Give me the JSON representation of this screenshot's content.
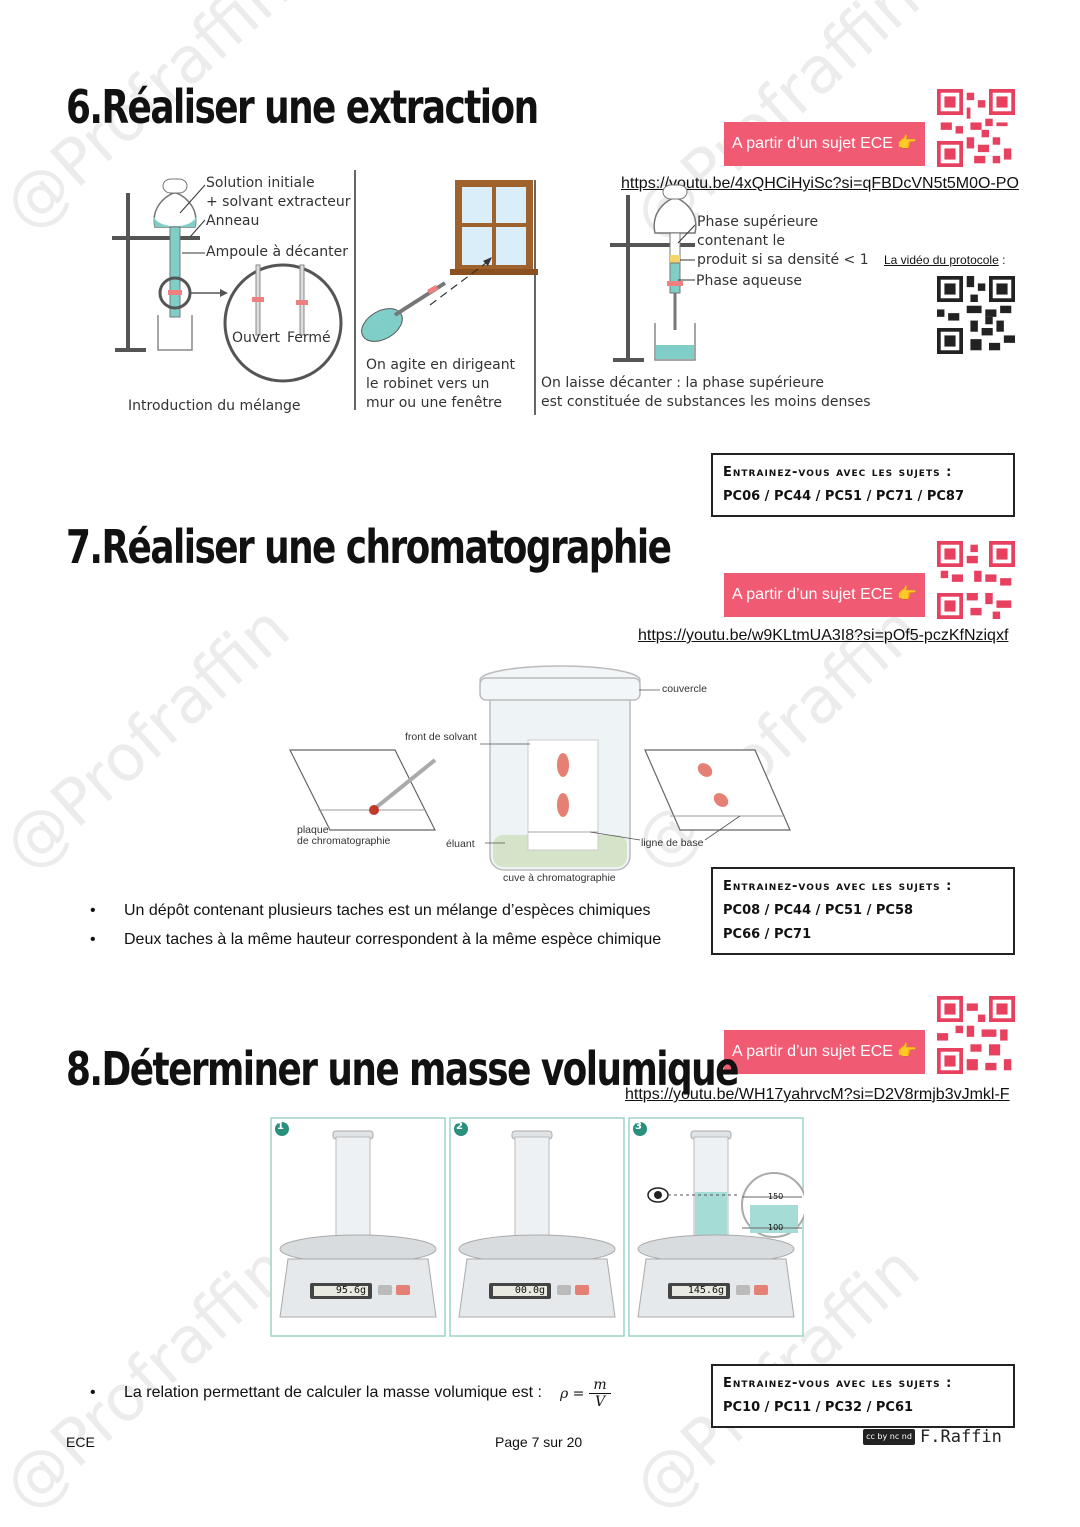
{
  "watermark": "@Profraffin",
  "section6": {
    "title": "6.Réaliser une extraction",
    "ece_button": "A partir d’un sujet ECE 👉",
    "link": "https://youtu.be/4xQHCiHyiSc?si=qFBDcVN5t5M0O-PO",
    "video_label": "La vidéo du protocole",
    "video_colon": " :",
    "fig": {
      "solution": "Solution initiale",
      "solvant": "+ solvant extracteur",
      "anneau": "Anneau",
      "ampoule": "Ampoule à décanter",
      "ouvert": "Ouvert",
      "ferme": "Fermé",
      "intro": "Introduction du mélange",
      "agite1": "On agite en dirigeant",
      "agite2": "le robinet vers un",
      "agite3": "mur ou une fenêtre",
      "phase1": "Phase supérieure",
      "phase2": "contenant le",
      "phase3": "produit si sa densité < 1",
      "aqueuse": "Phase aqueuse",
      "laisse1": "On laisse décanter : la phase supérieure",
      "laisse2": "est constituée de substances les moins denses"
    },
    "box_title": "Entrainez-vous avec les sujets :",
    "box_lines": [
      "PC06 / PC44 / PC51 / PC71 / PC87"
    ]
  },
  "section7": {
    "title": "7.Réaliser une chromatographie",
    "ece_button": "A partir d’un sujet ECE 👉",
    "link": "https://youtu.be/w9KLtmUA3I8?si=pOf5-pczKfNziqxf",
    "fig": {
      "couvercle": "couvercle",
      "front": "front de solvant",
      "plaque1": "plaque",
      "plaque2": "de chromatographie",
      "eluant": "éluant",
      "ligne": "ligne de base",
      "cuve": "cuve à chromatographie"
    },
    "bullets": [
      "Un dépôt contenant plusieurs taches est un mélange d’espèces chimiques",
      "Deux taches à la même hauteur correspondent à la même espèce chimique"
    ],
    "box_title": "Entrainez-vous avec les sujets :",
    "box_lines": [
      "PC08 / PC44 / PC51 / PC58",
      "PC66 / PC71"
    ]
  },
  "section8": {
    "title": "8.Déterminer une masse volumique",
    "ece_button": "A partir d’un sujet ECE 👉",
    "link": "https://youtu.be/WH17yahrvcM?si=D2V8rmjb3vJmkl-F",
    "panels": [
      {
        "num": "1",
        "display": "95.6g"
      },
      {
        "num": "2",
        "display": "00.0g"
      },
      {
        "num": "3",
        "display": "145.6g"
      }
    ],
    "zoom_top": "150",
    "zoom_bottom": "100",
    "bullet": "La relation permettant de calculer la masse volumique est :",
    "formula_lhs": "ρ =",
    "formula_num": "m",
    "formula_den": "V",
    "box_title": "Entrainez-vous avec les sujets :",
    "box_lines": [
      "PC10 / PC11 / PC32 / PC61"
    ]
  },
  "footer": {
    "left": "ECE",
    "center": "Page 7 sur 20",
    "author": "F.Raffin",
    "license": "cc by nc nd"
  },
  "colors": {
    "accent": "#f05a73",
    "liquid": "#7fcfc8",
    "stopcock": "#f08080"
  }
}
